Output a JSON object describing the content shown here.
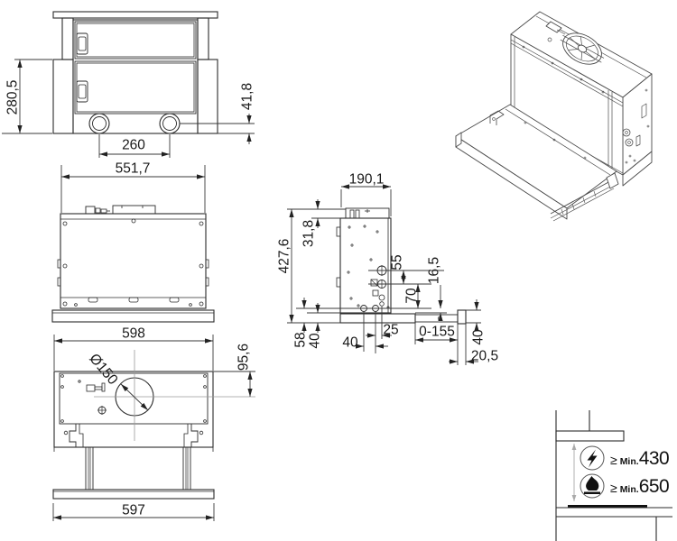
{
  "dims": {
    "front_height": "280,5",
    "lamp_offset": "41,8",
    "lamp_spacing": "260",
    "body_width": "551,7",
    "top_width": "598",
    "duct_diameter": "Ø150",
    "duct_offset": "95,6",
    "bottom_width": "597",
    "depth": "190,1",
    "total_height": "427,6",
    "spigot_height": "31,8",
    "hole_gap_upper": "55",
    "hole_row_offset": "16,5",
    "hole_gap_lower": "70",
    "left_offset_major": "58",
    "left_offset_minor": "40",
    "hole_x_offset": "40",
    "hole_x_gap": "25",
    "slide_range": "0-155",
    "rail_height": "40",
    "cap_width": "20,5"
  },
  "clearance": {
    "electric": {
      "gte": "≥",
      "min_label": "Min.",
      "value": "430"
    },
    "gas": {
      "gte": "≥",
      "min_label": "Min.",
      "value": "650"
    }
  },
  "colors": {
    "line": "#2b2b2b",
    "dim": "#3a3a3a",
    "light": "#9a9a9a"
  }
}
